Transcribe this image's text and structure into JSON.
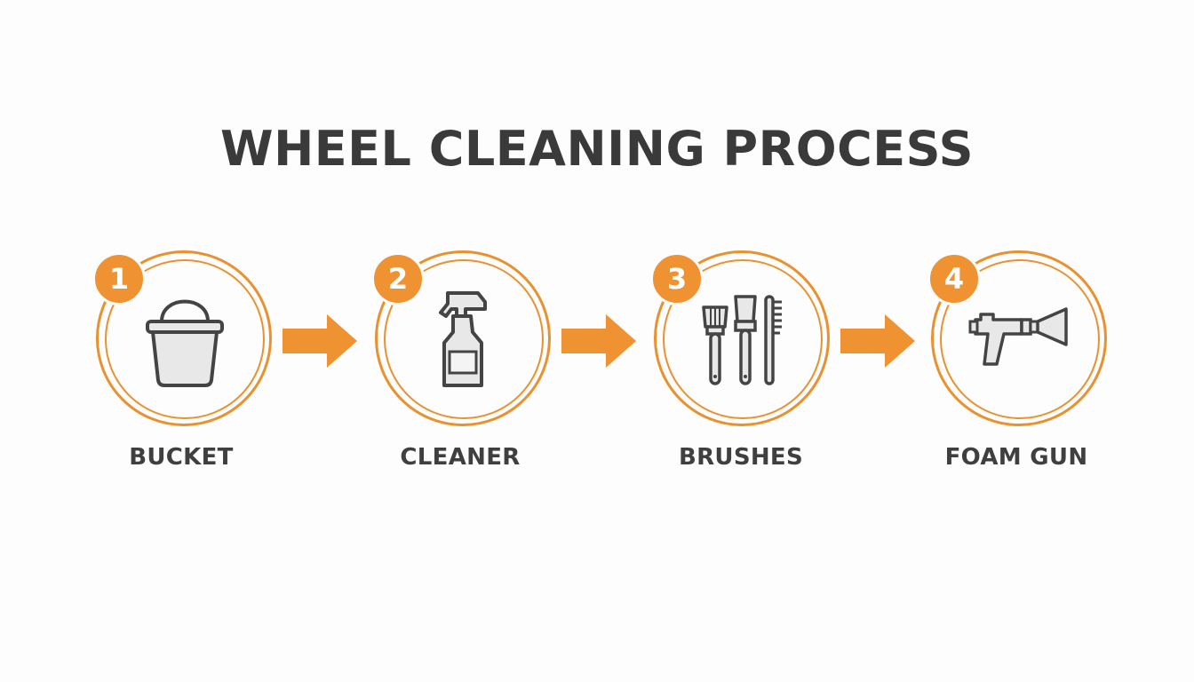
{
  "title": "WHEEL CLEANING PROCESS",
  "colors": {
    "accent": "#ee9232",
    "ring": "#e9912f",
    "text": "#3a3a3a",
    "icon_stroke": "#444444",
    "icon_fill": "#e8e8e8"
  },
  "steps": [
    {
      "number": "1",
      "label": "BUCKET",
      "icon": "bucket-icon"
    },
    {
      "number": "2",
      "label": "CLEANER",
      "icon": "spray-bottle-icon"
    },
    {
      "number": "3",
      "label": "BRUSHES",
      "icon": "brushes-icon"
    },
    {
      "number": "4",
      "label": "FOAM GUN",
      "icon": "foam-gun-icon"
    }
  ]
}
